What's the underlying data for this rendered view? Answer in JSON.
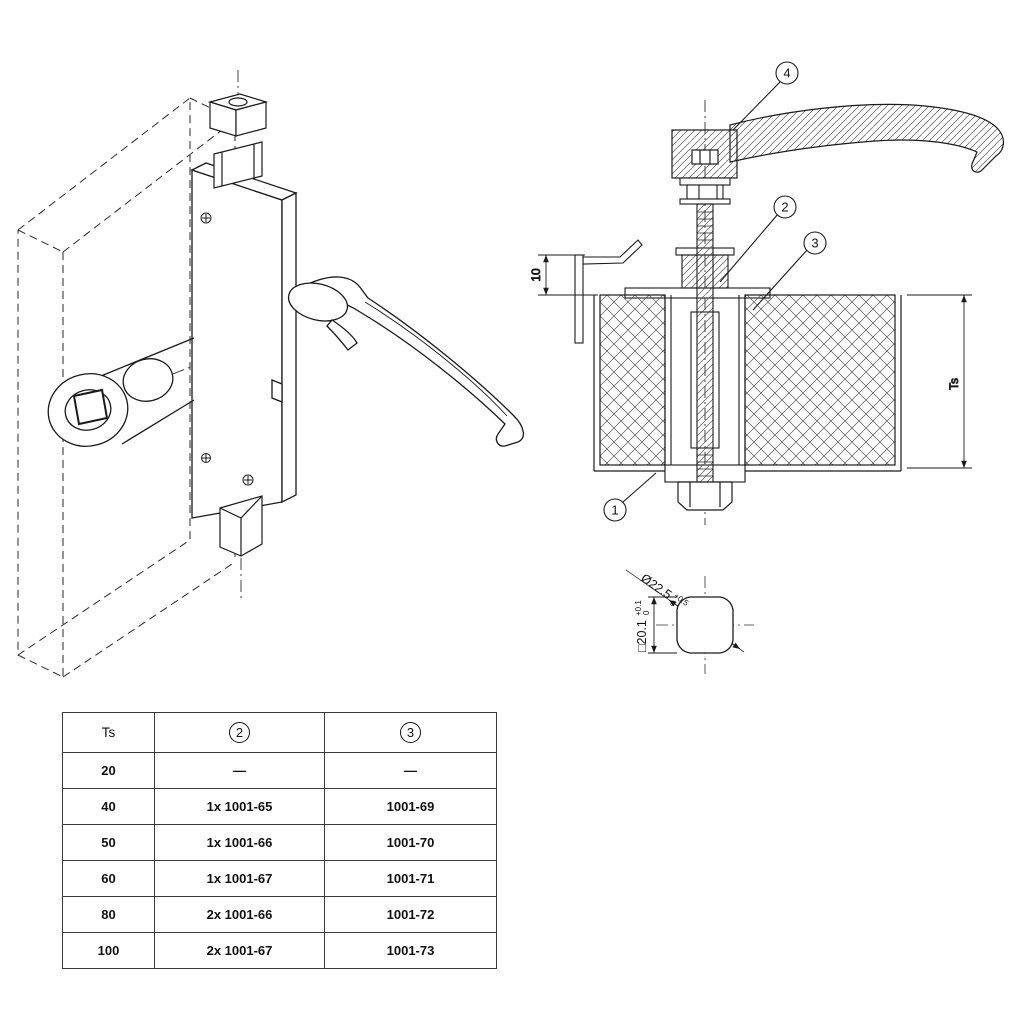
{
  "drawing": {
    "section": {
      "dim_left": "10",
      "dim_right": "Ts",
      "callout_1": "1",
      "callout_2": "2",
      "callout_3": "3",
      "callout_4": "4"
    },
    "detail": {
      "diameter_value": "Ø22.5",
      "diameter_tol_plus": "+0.5",
      "diameter_tol_minus": "0",
      "square_value": "□20.1",
      "square_tol_plus": "+0.1",
      "square_tol_minus": "0"
    }
  },
  "table": {
    "headers": {
      "col_ts": "Ts",
      "col_2": "2",
      "col_3": "3"
    },
    "rows": [
      [
        "20",
        "—",
        "—"
      ],
      [
        "40",
        "1x 1001-65",
        "1001-69"
      ],
      [
        "50",
        "1x 1001-66",
        "1001-70"
      ],
      [
        "60",
        "1x 1001-67",
        "1001-71"
      ],
      [
        "80",
        "2x 1001-66",
        "1001-72"
      ],
      [
        "100",
        "2x 1001-67",
        "1001-73"
      ]
    ]
  }
}
